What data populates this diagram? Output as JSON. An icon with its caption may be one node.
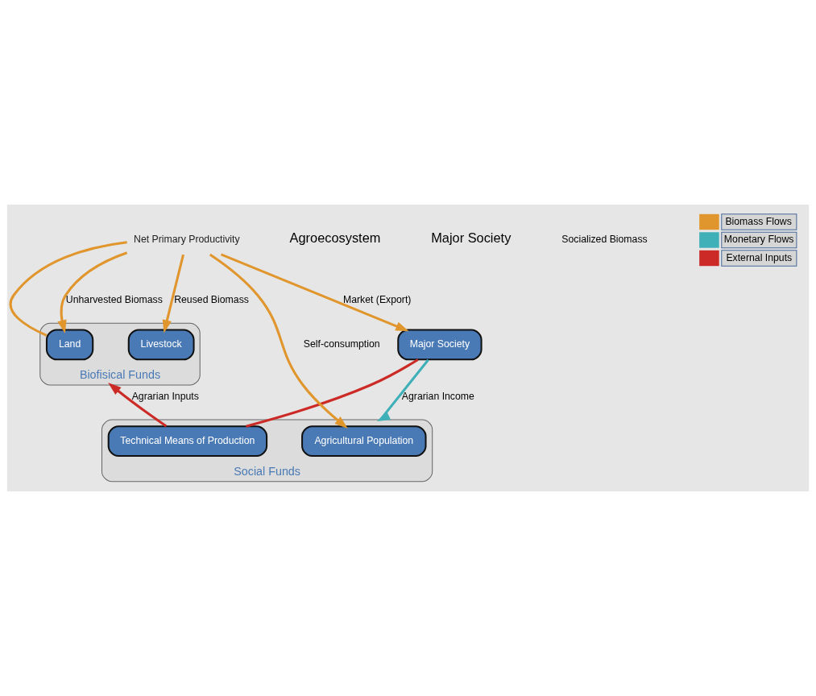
{
  "diagram": {
    "nodes": [
      {
        "text": [
          "Social Funds"
        ]
      },
      {
        "text": [
          "Technical Means of Production"
        ],
        "in": 0
      },
      {
        "text": [
          "Agricultural Population"
        ],
        "in": 0
      },
      {
        "text": [
          "Biofisical Funds"
        ]
      },
      {
        "text": [
          "Livestock"
        ],
        "in": 3
      },
      {
        "text": [
          "Land"
        ],
        "in": 3
      },
      {
        "text": [
          "Major Society"
        ]
      },
      {
        "text": [
          "Net Primary Productivity"
        ]
      }
    ],
    "edges": [
      {
        "from": 6,
        "to": 0,
        "arrow": "to",
        "label": "Agrarian Income",
        "color": "#3fb0b8"
      },
      {
        "from": 6,
        "to": 1,
        "arrow": "none",
        "color": "#cc2a26"
      },
      {
        "from": 1,
        "to": 3,
        "arrow": "to",
        "label": "Agrarian Inputs",
        "color": "#cc2a26"
      },
      {
        "from": 5,
        "to": 7,
        "arrow": "none"
      },
      {
        "from": 7,
        "to": 5,
        "arrow": "to",
        "label": "Unharvested Biomass"
      },
      {
        "from": 7,
        "to": 4,
        "arrow": "to",
        "label": "Reused Biomass"
      },
      {
        "from": 7,
        "to": 2,
        "arrow": "to",
        "label": "Self-consumption"
      },
      {
        "from": 7,
        "to": 6,
        "arrow": "to",
        "label": "Market (Export)"
      }
    ],
    "labels": [
      "Agroecosystem",
      "Major Society",
      "Socialized Biomass"
    ],
    "legend": [
      {
        "text": "Biomass Flows",
        "color": "#e0962c"
      },
      {
        "text": "Monetary Flows",
        "color": "#3fb0b8"
      },
      {
        "text": "External Inputs",
        "color": "#cc2a26"
      }
    ]
  }
}
